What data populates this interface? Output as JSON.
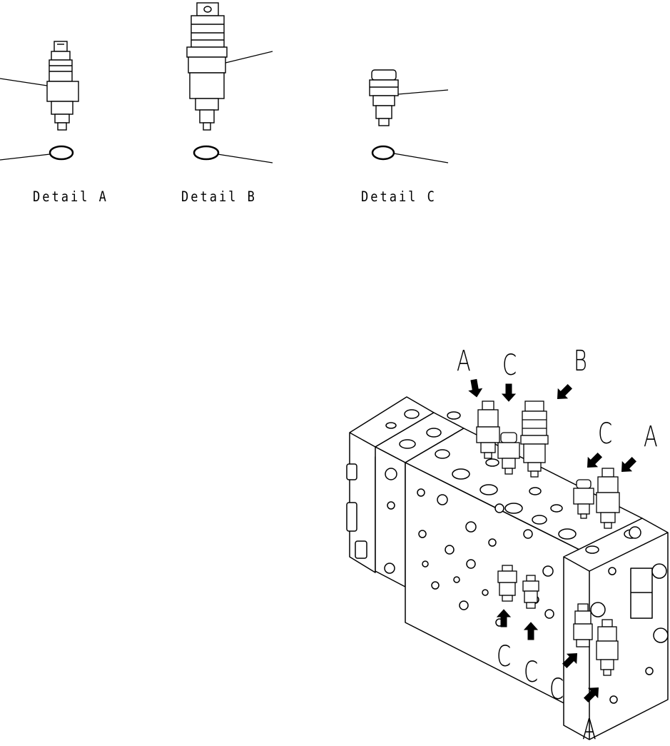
{
  "details": [
    {
      "id": "A",
      "caption": "Detail A"
    },
    {
      "id": "B",
      "caption": "Detail B"
    },
    {
      "id": "C",
      "caption": "Detail C"
    }
  ],
  "callouts": {
    "top_a": "A",
    "top_c": "C",
    "top_b": "B",
    "right_c": "C",
    "right_a": "A",
    "low_c1": "C",
    "low_c2": "C",
    "low_c3": "C",
    "bottom_a": "A"
  },
  "colors": {
    "line": "#000000",
    "background": "#ffffff"
  }
}
